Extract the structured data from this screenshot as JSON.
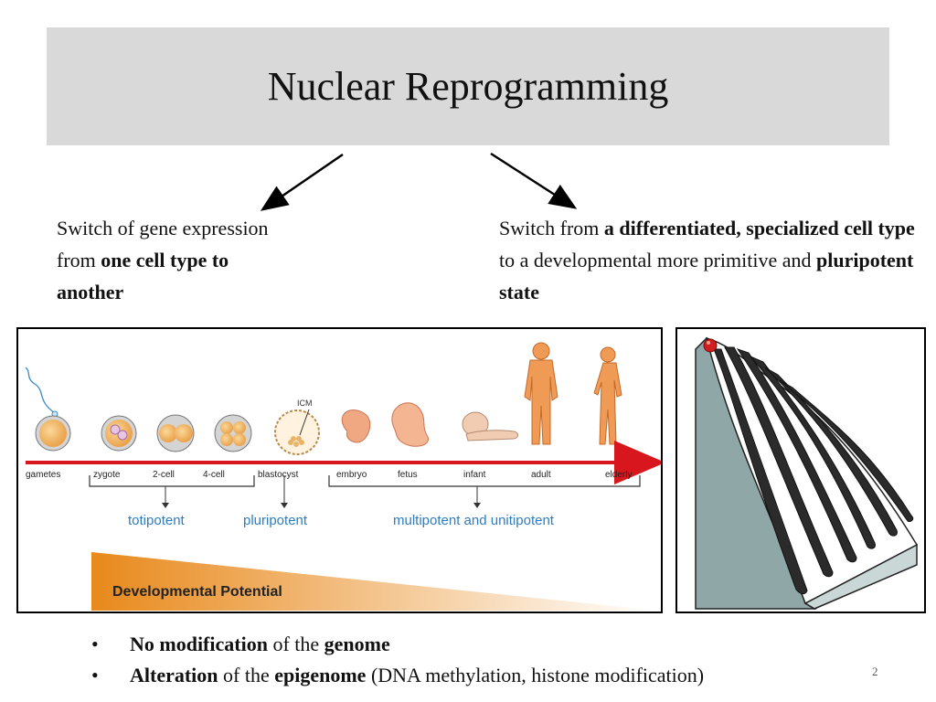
{
  "slide": {
    "title": "Nuclear Reprogramming",
    "page_number": "2"
  },
  "left_text": {
    "part1": "Switch of gene expression from ",
    "bold1": "one cell type to another"
  },
  "right_text": {
    "part1": "Switch from ",
    "bold1": "a differentiated, specialized cell type",
    "part2": " to a developmental more primitive and ",
    "bold2": "pluripotent state"
  },
  "timeline": {
    "stages": [
      "gametes",
      "zygote",
      "2-cell",
      "4-cell",
      "blastocyst",
      "embryo",
      "fetus",
      "infant",
      "adult",
      "elderly"
    ],
    "icm_label": "ICM",
    "potency": [
      "totipotent",
      "pluripotent",
      "multipotent and unitipotent"
    ],
    "potential_label": "Developmental Potential",
    "colors": {
      "arrow": "#d8161e",
      "potency_text": "#2f7cc1",
      "wedge_start": "#e8891b",
      "wedge_end": "#ffffff",
      "cell": "#e9a24a"
    }
  },
  "bullets": [
    {
      "b1": "No modification",
      "t1": " of the ",
      "b2": "genome",
      "t2": ""
    },
    {
      "b1": "Alteration",
      "t1": " of the ",
      "b2": "epigenome",
      "t2": " (DNA methylation, histone modification)"
    }
  ]
}
